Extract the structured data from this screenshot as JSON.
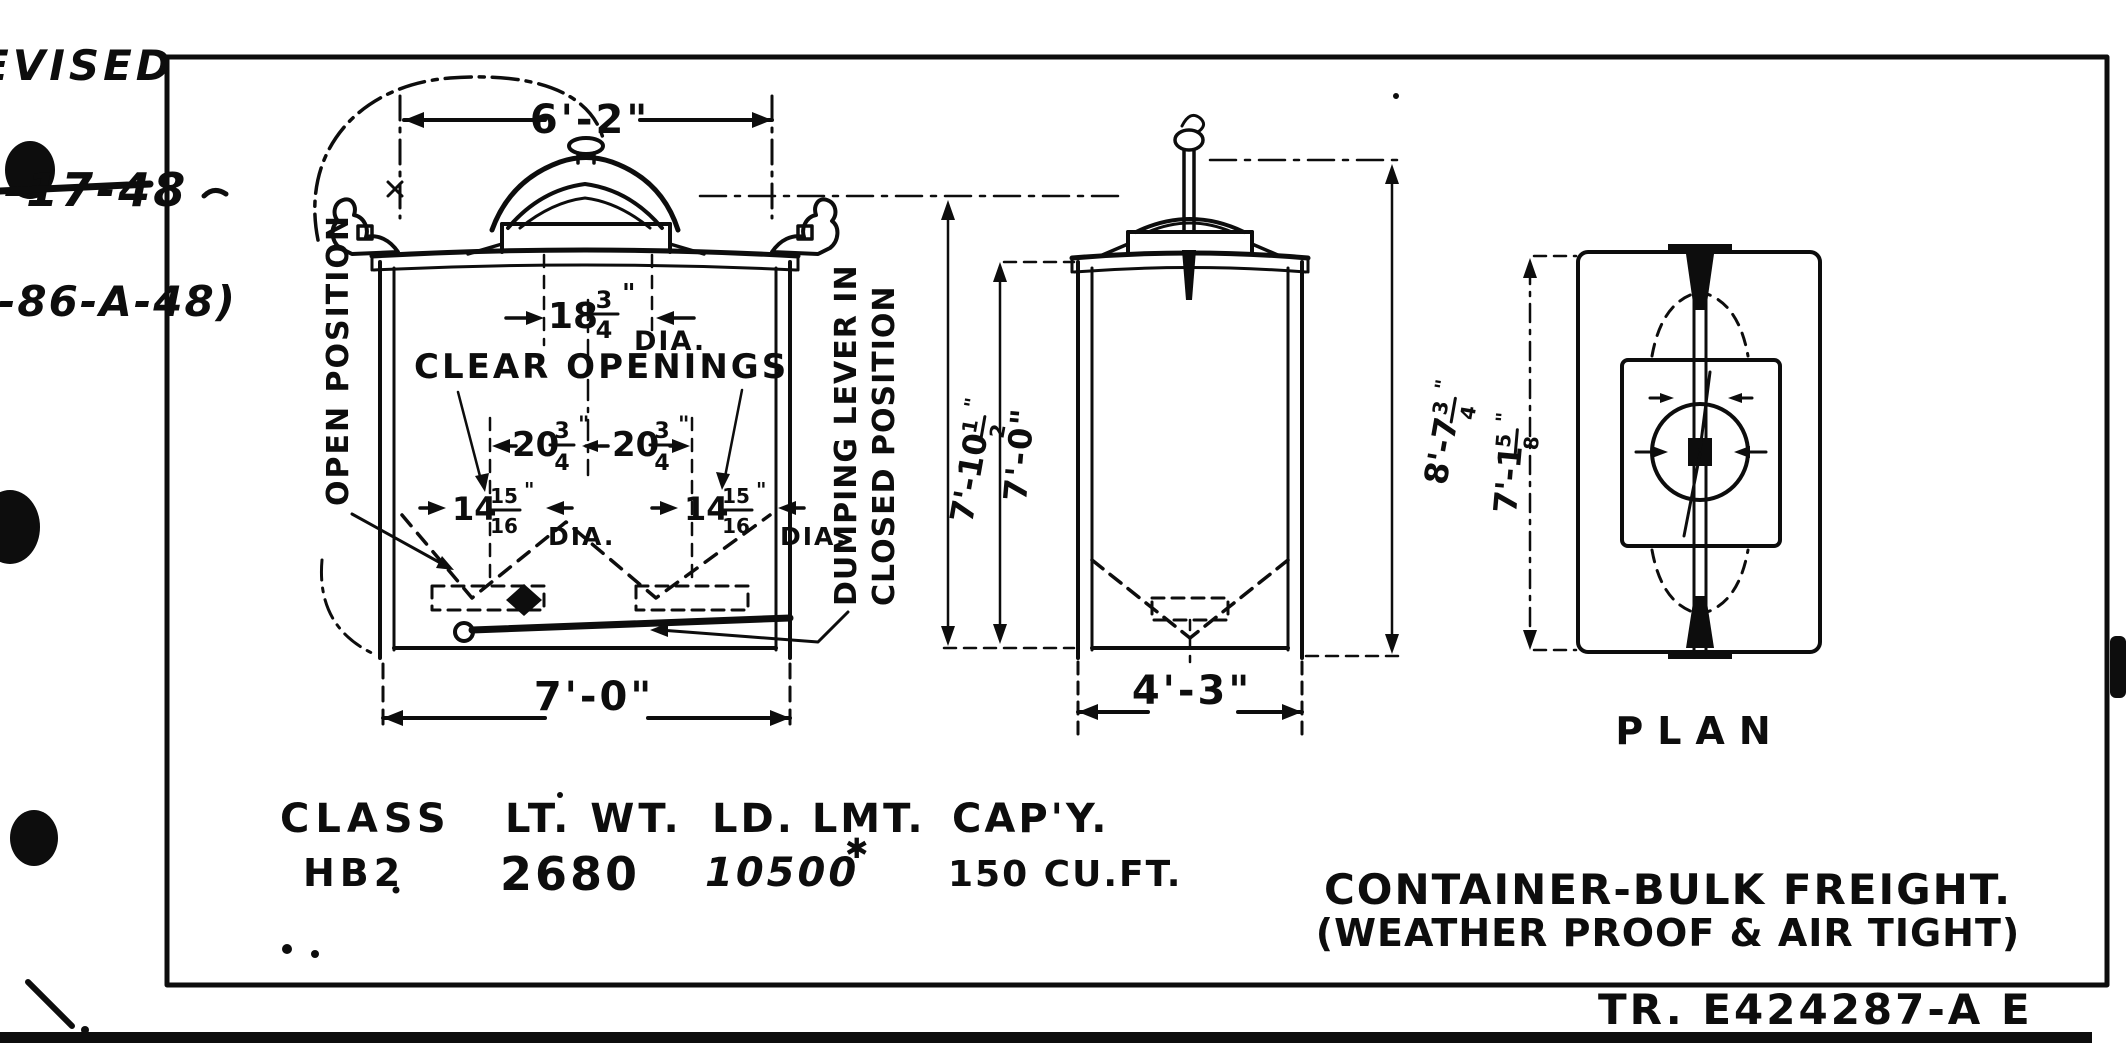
{
  "colors": {
    "ink": "#0d0d0d",
    "paper": "#ffffff"
  },
  "revision_block": {
    "line1": "EVISED",
    "line2": "-17-48",
    "line3": "-86-A-48)"
  },
  "front_view": {
    "dim_width_top": "6'-2\"",
    "dim_width_bottom": "7'-0\"",
    "lid_dia": {
      "whole": "18",
      "num": "3",
      "den": "4",
      "unit": "\"",
      "suffix": "DIA."
    },
    "clear_openings_label": "CLEAR OPENINGS",
    "opening_left": {
      "whole": "20",
      "num": "3",
      "den": "4",
      "unit": "\""
    },
    "opening_right": {
      "whole": "20",
      "num": "3",
      "den": "4",
      "unit": "\""
    },
    "hole_left": {
      "whole": "14",
      "num": "15",
      "den": "16",
      "unit": "\"",
      "suffix": "DIA."
    },
    "hole_right": {
      "whole": "14",
      "num": "15",
      "den": "16",
      "unit": "\"",
      "suffix": "DIA."
    },
    "open_position_label": "OPEN POSITION",
    "dumping_lever_line1": "DUMPING LEVER IN",
    "dumping_lever_line2": "CLOSED POSITION"
  },
  "side_view": {
    "dim_height_overall": {
      "whole": "7'-10",
      "num": "1",
      "den": "2",
      "unit": "\""
    },
    "dim_height_body": "7'-0\"",
    "dim_height_total": {
      "whole": "8'-7",
      "num": "3",
      "den": "4",
      "unit": "\""
    },
    "dim_width_bottom": "4'-3\""
  },
  "plan_view": {
    "label": "PLAN",
    "dim_depth": {
      "whole": "7'-1",
      "num": "5",
      "den": "8",
      "unit": "\""
    }
  },
  "spec_table": {
    "headers": [
      "CLASS",
      "LT. WT.",
      "LD. LMT.",
      "CAP'Y."
    ],
    "values": [
      "HB2",
      "2680",
      "10500",
      "150 CU.FT."
    ],
    "load_limit_superscript": "✱"
  },
  "title_block": {
    "line1": "CONTAINER-BULK FREIGHT.",
    "line2": "(WEATHER PROOF & AIR TIGHT)"
  },
  "drawing_number": "TR. E424287-A E"
}
